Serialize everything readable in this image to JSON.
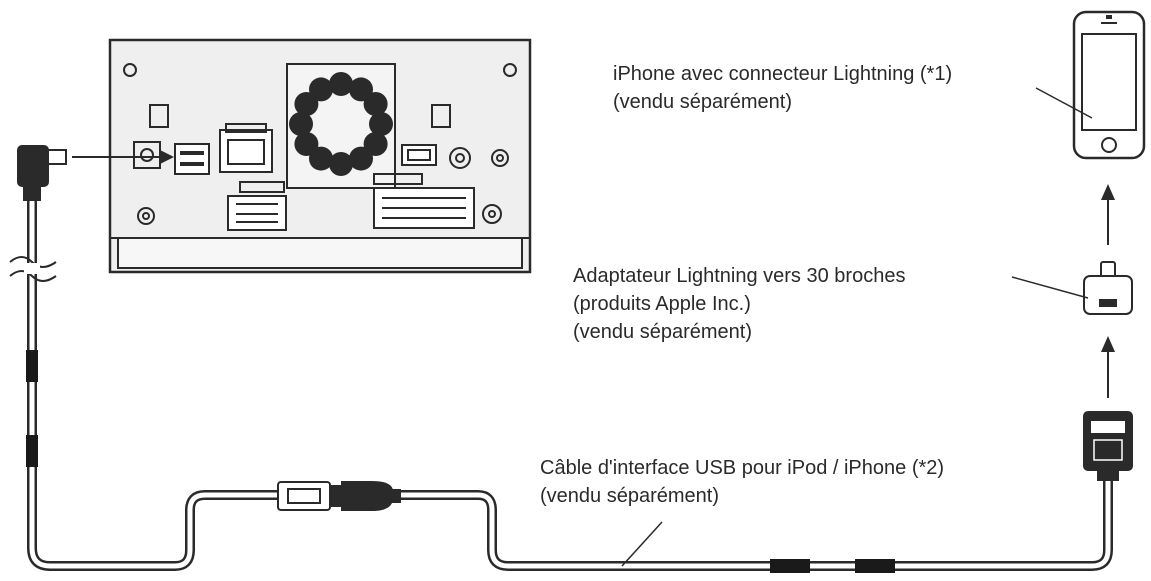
{
  "labels": {
    "iphone": {
      "line1": "iPhone avec connecteur Lightning (*1)",
      "line2": "(vendu séparément)"
    },
    "adapter": {
      "line1": "Adaptateur Lightning vers 30 broches",
      "line2": "(produits Apple Inc.)",
      "line3": "(vendu séparément)"
    },
    "cable": {
      "line1": "Câble d'interface USB pour iPod  / iPhone (*2)",
      "line2": "(vendu séparément)"
    }
  },
  "colors": {
    "ink": "#2a2a2a",
    "unit_fill": "#efefef",
    "cable_band": "#1a1a1a"
  }
}
